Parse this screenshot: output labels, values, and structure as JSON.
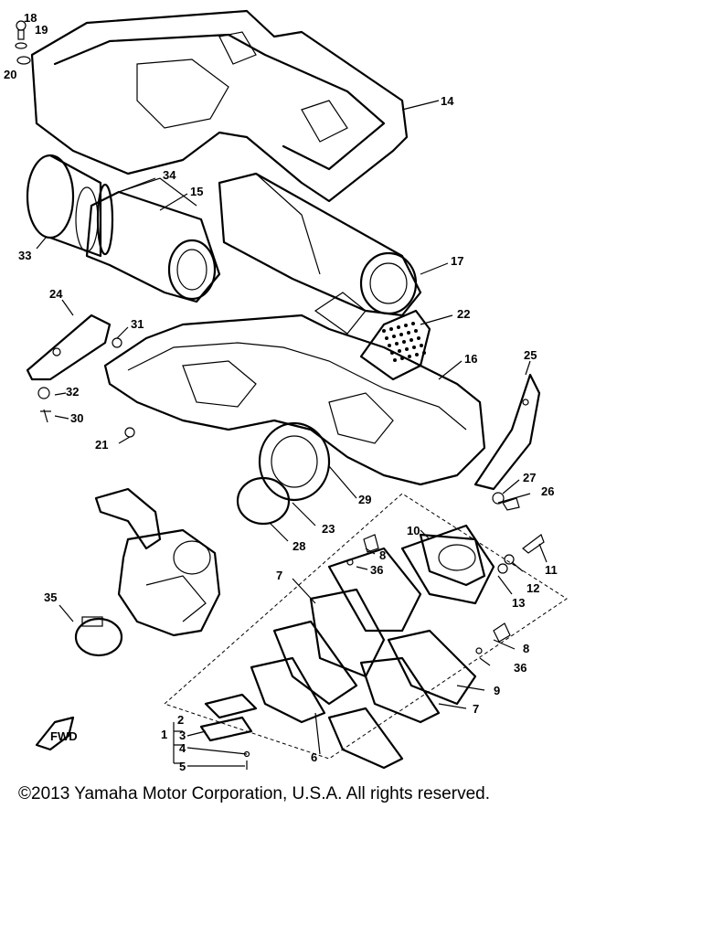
{
  "callouts": {
    "c1": "1",
    "c2": "2",
    "c3": "3",
    "c4": "4",
    "c5": "5",
    "c6": "6",
    "c7a": "7",
    "c7b": "7",
    "c8a": "8",
    "c8b": "8",
    "c9": "9",
    "c10": "10",
    "c11": "11",
    "c12": "12",
    "c13": "13",
    "c14": "14",
    "c15": "15",
    "c16": "16",
    "c17": "17",
    "c18": "18",
    "c19": "19",
    "c20": "20",
    "c21": "21",
    "c22": "22",
    "c23": "23",
    "c24": "24",
    "c25": "25",
    "c26": "26",
    "c27": "27",
    "c28": "28",
    "c29": "29",
    "c30": "30",
    "c31": "31",
    "c32": "32",
    "c33": "33",
    "c34": "34",
    "c35": "35",
    "c36a": "36",
    "c36b": "36"
  },
  "fwd_mark": "FWD",
  "copyright": "©2013 Yamaha Motor Corporation, U.S.A. All rights reserved."
}
